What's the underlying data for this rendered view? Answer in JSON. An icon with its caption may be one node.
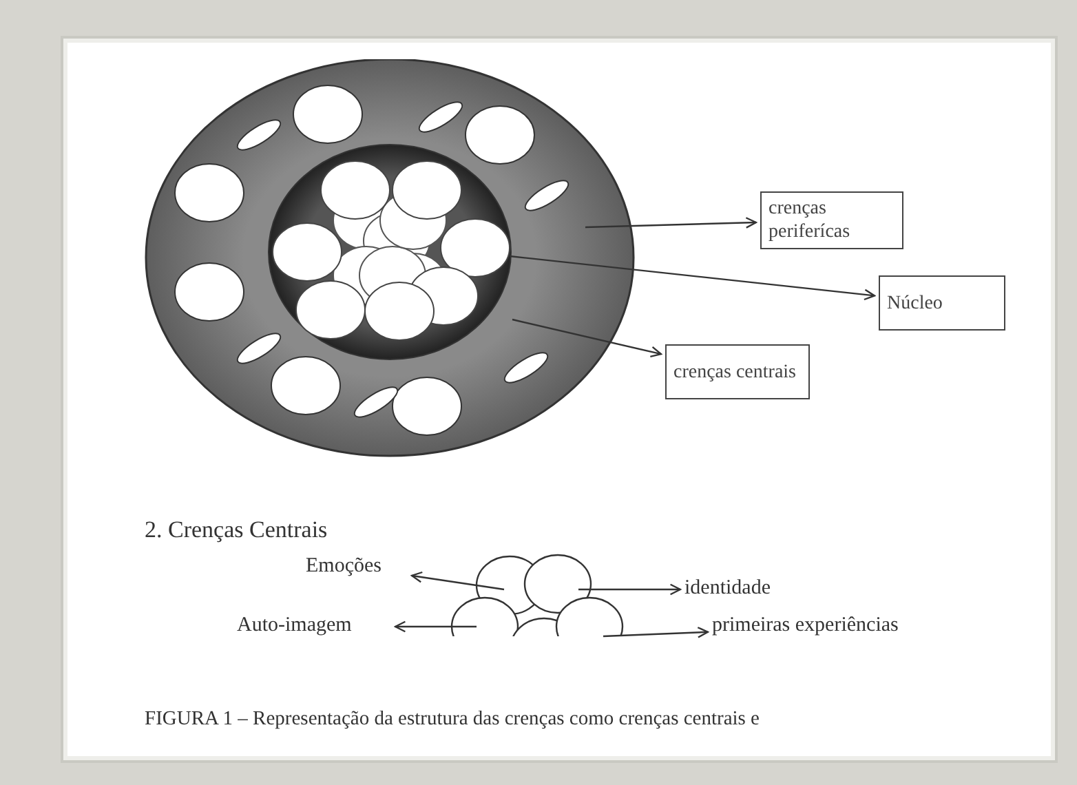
{
  "diagram": {
    "caption": "FIGURA 1 – Representação da estrutura das crenças como crenças centrais e",
    "nodes": [
      {
        "text": [],
        "shape": "circle"
      },
      {
        "text": [],
        "shape": "circle",
        "in": 0
      },
      {
        "text": [
          "crenças periferícas"
        ]
      },
      {
        "text": [
          "Núcleo"
        ]
      },
      {
        "text": [
          "crenças centrais"
        ]
      },
      {
        "text": [],
        "shape": "circle"
      },
      {
        "text": [
          "Emoções"
        ]
      },
      {
        "text": [
          "Auto-imagem"
        ]
      },
      {
        "text": [
          "identidade"
        ]
      },
      {
        "text": [
          "primeiras experiências"
        ]
      }
    ],
    "edges": [
      {
        "from": 0,
        "to": 2,
        "arrow": "to"
      },
      {
        "from": 1,
        "to": 3,
        "arrow": "to"
      },
      {
        "from": 1,
        "to": 4,
        "arrow": "to"
      },
      {
        "from": 5,
        "to": 6,
        "arrow": "to"
      },
      {
        "from": 5,
        "to": 8,
        "arrow": "to"
      },
      {
        "from": 5,
        "to": 7,
        "arrow": "to"
      },
      {
        "from": 5,
        "to": 9,
        "arrow": "to"
      }
    ],
    "labels": [
      "2. Crenças Centrais"
    ]
  }
}
